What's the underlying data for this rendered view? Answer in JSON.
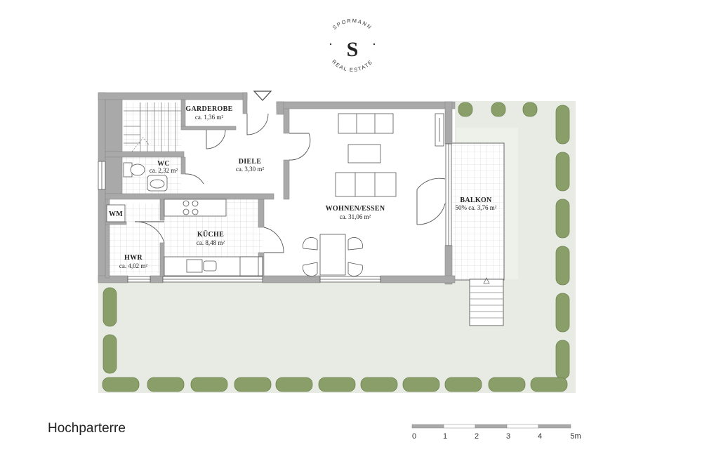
{
  "logo": {
    "brand": "SPORMANN",
    "sub": "REAL ESTATE",
    "monogram": "S"
  },
  "floor_label": "Hochparterre",
  "rooms": [
    {
      "id": "garderobe",
      "name": "GARDEROBE",
      "area": "ca. 1,36 m²"
    },
    {
      "id": "wc",
      "name": "WC",
      "area": "ca. 2,32 m²"
    },
    {
      "id": "diele",
      "name": "DIELE",
      "area": "ca. 3,30 m²"
    },
    {
      "id": "wohnen",
      "name": "WOHNEN/ESSEN",
      "area": "ca. 31,06 m²"
    },
    {
      "id": "balkon",
      "name": "BALKON",
      "area": "50% ca. 3,76 m²"
    },
    {
      "id": "wm",
      "name": "WM",
      "area": ""
    },
    {
      "id": "kueche",
      "name": "KÜCHE",
      "area": "ca. 8,48 m²"
    },
    {
      "id": "hwr",
      "name": "HWR",
      "area": "ca. 4,02 m²"
    }
  ],
  "scale_bar": {
    "ticks": [
      "0",
      "1",
      "2",
      "3",
      "4",
      "5m"
    ]
  },
  "colors": {
    "wall": "#a9a9a9",
    "garden": "#e8ebe3",
    "hedge": "#8a9e6a",
    "line": "#555555"
  }
}
